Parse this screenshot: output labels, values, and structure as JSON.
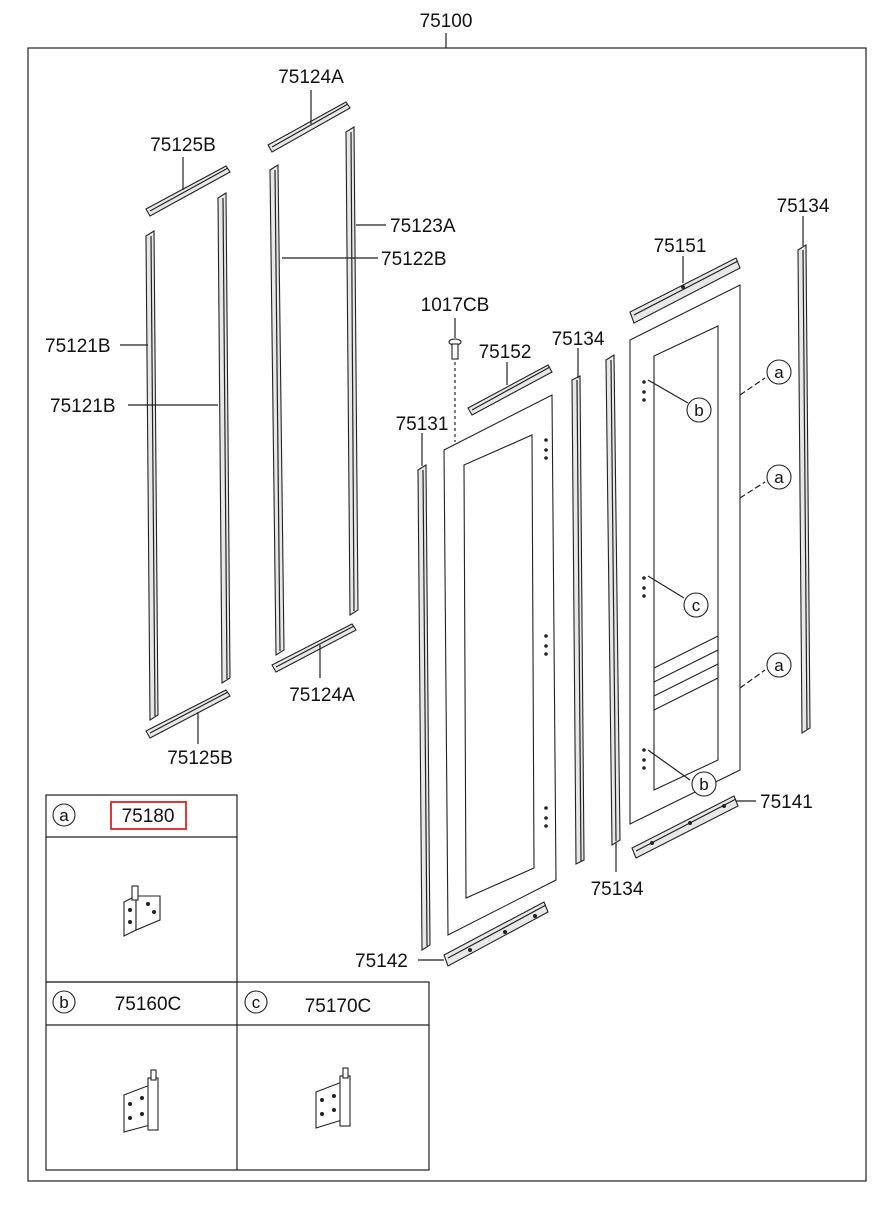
{
  "assembly": {
    "part_number": "75100"
  },
  "callouts": {
    "p75124A_top": "75124A",
    "p75125B_top": "75125B",
    "p75123A": "75123A",
    "p75122B": "75122B",
    "p75121B_1": "75121B",
    "p75121B_2": "75121B",
    "p75124A_bottom": "75124A",
    "p75125B_bottom": "75125B",
    "p1017CB": "1017CB",
    "p75152": "75152",
    "p75131": "75131",
    "p75134_mid": "75134",
    "p75151": "75151",
    "p75134_right": "75134",
    "p75141": "75141",
    "p75134_bottom": "75134",
    "p75142": "75142"
  },
  "circle_refs": {
    "a1": "a",
    "a2": "a",
    "a3": "a",
    "b1": "b",
    "b2": "b",
    "c1": "c"
  },
  "legend": {
    "cell_a": {
      "letter": "a",
      "part": "75180",
      "highlighted": true,
      "highlight_color": "#e02020"
    },
    "cell_b": {
      "letter": "b",
      "part": "75160C"
    },
    "cell_c": {
      "letter": "c",
      "part": "75170C"
    }
  },
  "icons": [
    "hinge-icon",
    "fastener-icon"
  ]
}
